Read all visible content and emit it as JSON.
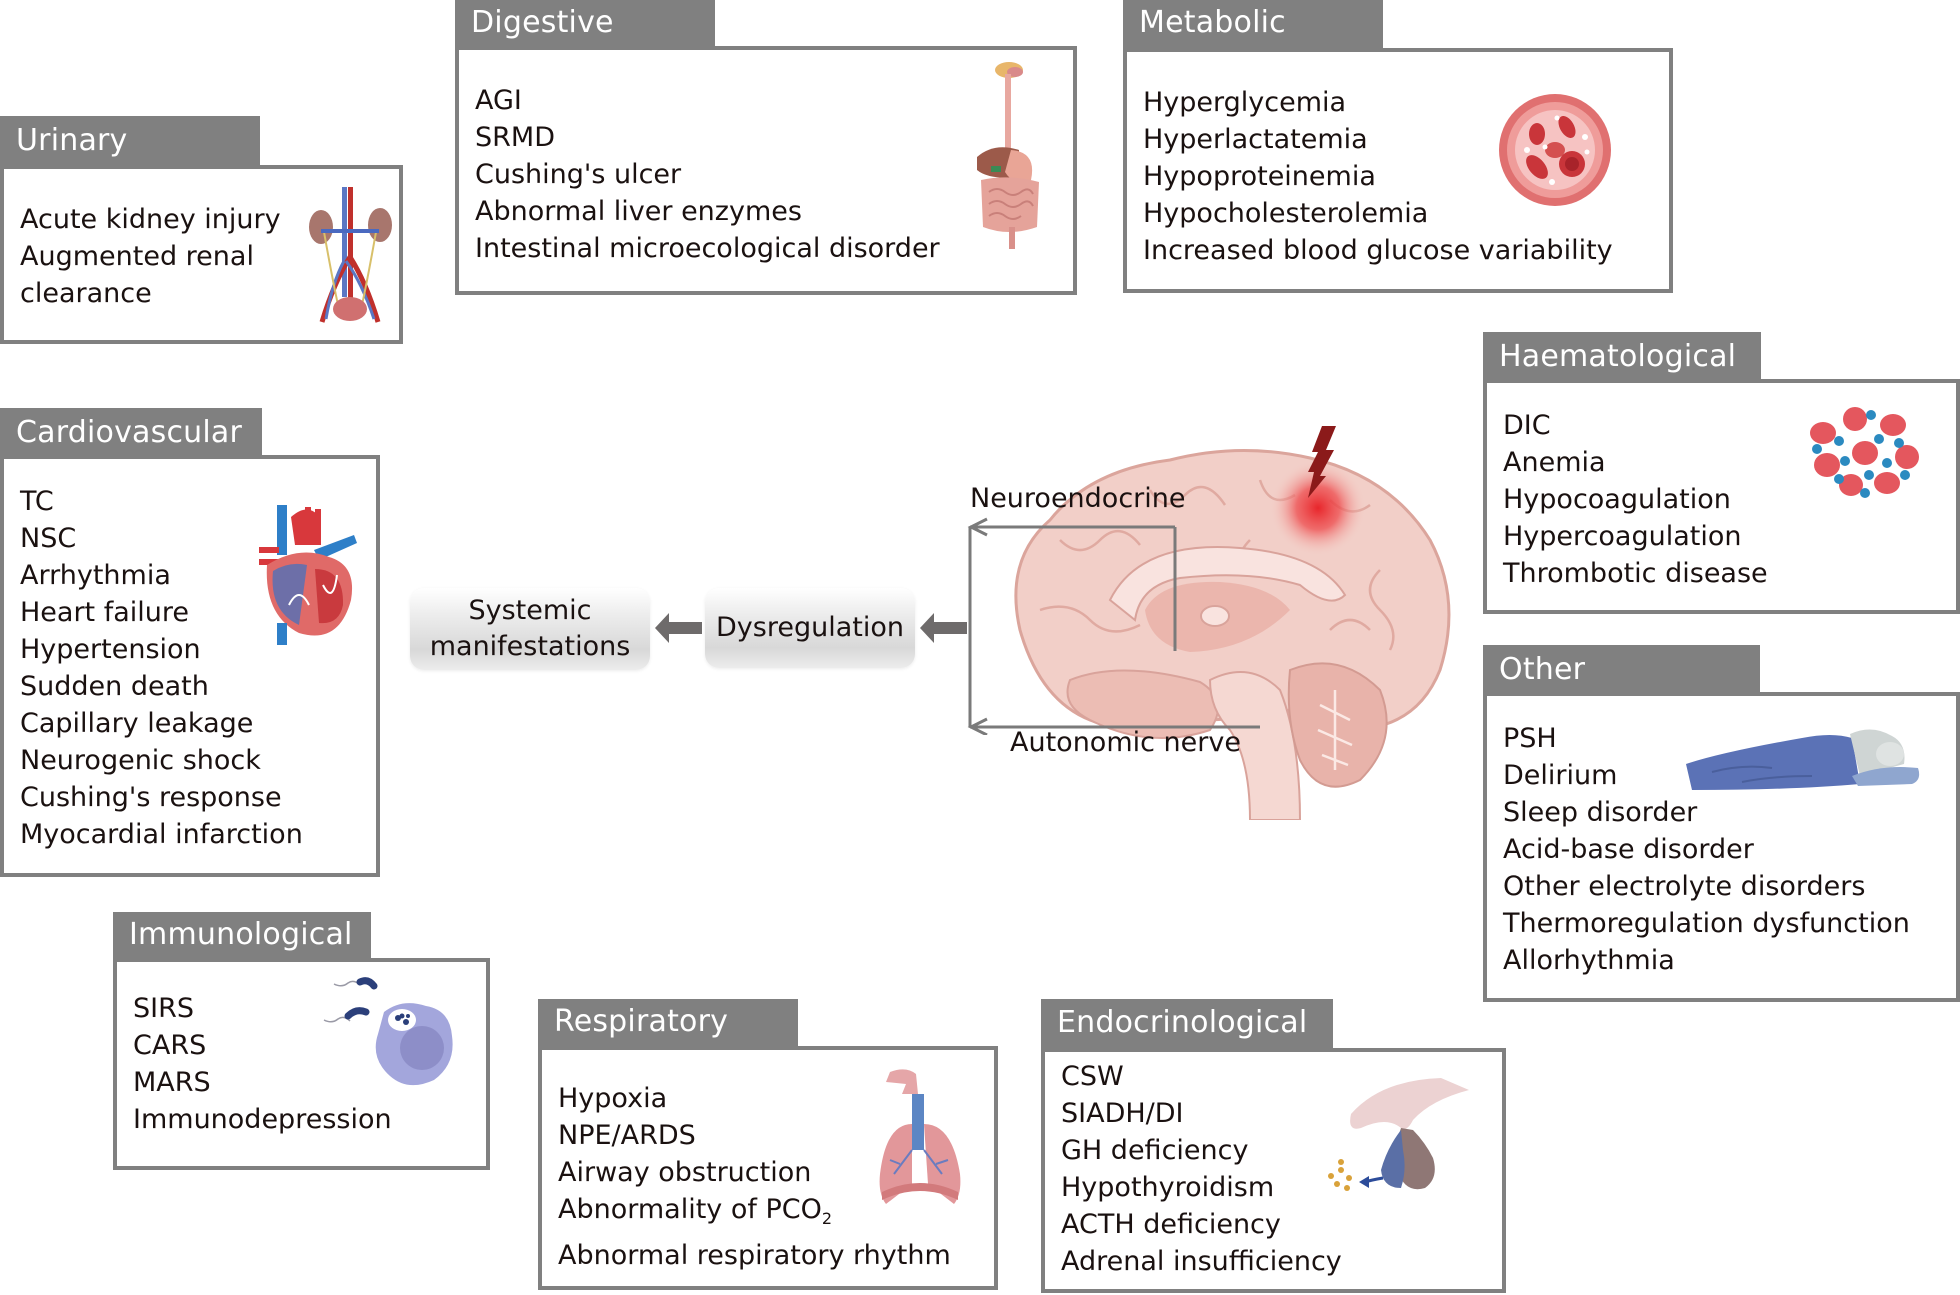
{
  "figure": {
    "center": {
      "systemic_label_line1": "Systemic",
      "systemic_label_line2": "manifestations",
      "dysregulation_label": "Dysregulation",
      "neuroendocrine_label": "Neuroendocrine",
      "autonomic_label": "Autonomic nerve",
      "brain_illustration": "brain-sagittal-icon",
      "injury_marker": "lightning-bolt-icon"
    },
    "panels": {
      "urinary": {
        "title": "Urinary",
        "items": [
          "Acute kidney injury",
          "Augmented renal",
          "clearance"
        ],
        "icon": "kidney-urinary-tract-icon"
      },
      "digestive": {
        "title": "Digestive",
        "items": [
          "AGI",
          "SRMD",
          "Cushing's ulcer",
          "Abnormal liver enzymes",
          "Intestinal microecological disorder"
        ],
        "icon": "digestive-tract-icon"
      },
      "metabolic": {
        "title": "Metabolic",
        "items": [
          "Hyperglycemia",
          "Hyperlactatemia",
          "Hypoproteinemia",
          "Hypocholesterolemia",
          "Increased blood glucose variability"
        ],
        "icon": "blood-vessel-cross-section-icon"
      },
      "cardiovascular": {
        "title": "Cardiovascular",
        "items": [
          "TC",
          "NSC",
          "Arrhythmia",
          "Heart failure",
          "Hypertension",
          "Sudden death",
          "Capillary leakage",
          "Neurogenic shock",
          "Cushing's response",
          "Myocardial infarction"
        ],
        "icon": "heart-icon"
      },
      "haematological": {
        "title": "Haematological",
        "items": [
          "DIC",
          "Anemia",
          "Hypocoagulation",
          "Hypercoagulation",
          "Thrombotic disease"
        ],
        "icon": "blood-clot-icon"
      },
      "other": {
        "title": "Other",
        "items": [
          "PSH",
          "Delirium",
          "Sleep disorder",
          "Acid-base disorder",
          "Other electrolyte disorders",
          "Thermoregulation dysfunction",
          "Allorhythmia"
        ],
        "icon": "sleeping-patient-icon"
      },
      "immunological": {
        "title": "Immunological",
        "items": [
          "SIRS",
          "CARS",
          "MARS",
          "Immunodepression"
        ],
        "icon": "macrophage-bacteria-icon"
      },
      "respiratory": {
        "title": "Respiratory",
        "items": [
          "Hypoxia",
          "NPE/ARDS",
          "Airway obstruction",
          "Abnormality of PCO",
          "Abnormal respiratory rhythm"
        ],
        "pco2_subscript": "2",
        "icon": "lungs-icon"
      },
      "endocrinological": {
        "title": "Endocrinological",
        "items": [
          "CSW",
          "SIADH/DI",
          "GH deficiency",
          "Hypothyroidism",
          "ACTH deficiency",
          "Adrenal insufficiency"
        ],
        "icon": "pituitary-gland-icon"
      }
    },
    "colors": {
      "tab_gray": "#808080",
      "arrow_gray": "#6e6b6b",
      "line_gray": "#7a7a7a",
      "text": "#1a1110",
      "brain_pink": "#f2cfc8",
      "injury_red": "#e8262b",
      "bolt_red": "#8b1a1a"
    }
  }
}
